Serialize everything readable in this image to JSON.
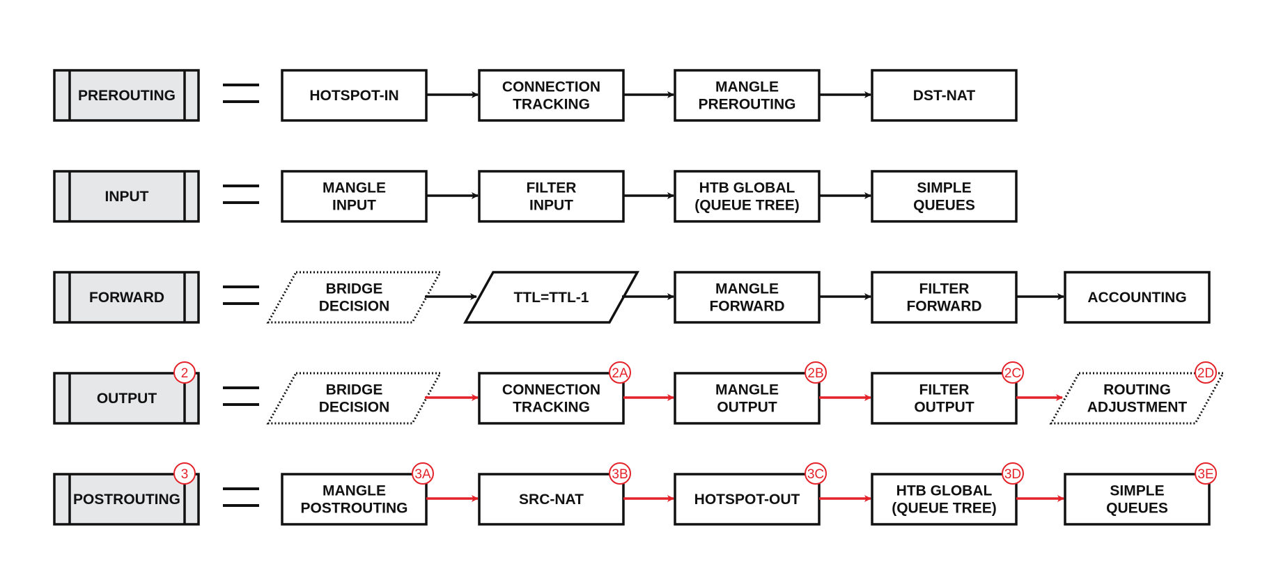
{
  "colors": {
    "stroke": "#111111",
    "chain_fill": "#e6e7e9",
    "highlight": "#e4222a",
    "background": "#ffffff"
  },
  "rows": [
    {
      "chain": "PREROUTING",
      "badge": "",
      "arrow_color": "black",
      "steps": [
        {
          "lines": [
            "HOTSPOT-IN"
          ],
          "shape": "rect",
          "badge": ""
        },
        {
          "lines": [
            "CONNECTION",
            "TRACKING"
          ],
          "shape": "rect",
          "badge": ""
        },
        {
          "lines": [
            "MANGLE",
            "PREROUTING"
          ],
          "shape": "rect",
          "badge": ""
        },
        {
          "lines": [
            "DST-NAT"
          ],
          "shape": "rect",
          "badge": ""
        }
      ]
    },
    {
      "chain": "INPUT",
      "badge": "",
      "arrow_color": "black",
      "steps": [
        {
          "lines": [
            "MANGLE",
            "INPUT"
          ],
          "shape": "rect",
          "badge": ""
        },
        {
          "lines": [
            "FILTER",
            "INPUT"
          ],
          "shape": "rect",
          "badge": ""
        },
        {
          "lines": [
            "HTB GLOBAL",
            "(QUEUE TREE)"
          ],
          "shape": "rect",
          "badge": ""
        },
        {
          "lines": [
            "SIMPLE",
            "QUEUES"
          ],
          "shape": "rect",
          "badge": ""
        }
      ]
    },
    {
      "chain": "FORWARD",
      "badge": "",
      "arrow_color": "black",
      "steps": [
        {
          "lines": [
            "BRIDGE",
            "DECISION"
          ],
          "shape": "dotted-parallelogram",
          "badge": ""
        },
        {
          "lines": [
            "TTL=TTL-1"
          ],
          "shape": "parallelogram",
          "badge": ""
        },
        {
          "lines": [
            "MANGLE",
            "FORWARD"
          ],
          "shape": "rect",
          "badge": ""
        },
        {
          "lines": [
            "FILTER",
            "FORWARD"
          ],
          "shape": "rect",
          "badge": ""
        },
        {
          "lines": [
            "ACCOUNTING"
          ],
          "shape": "rect",
          "badge": ""
        }
      ]
    },
    {
      "chain": "OUTPUT",
      "badge": "2",
      "arrow_color": "red",
      "steps": [
        {
          "lines": [
            "BRIDGE",
            "DECISION"
          ],
          "shape": "dotted-parallelogram",
          "badge": ""
        },
        {
          "lines": [
            "CONNECTION",
            "TRACKING"
          ],
          "shape": "rect",
          "badge": "2A"
        },
        {
          "lines": [
            "MANGLE",
            "OUTPUT"
          ],
          "shape": "rect",
          "badge": "2B"
        },
        {
          "lines": [
            "FILTER",
            "OUTPUT"
          ],
          "shape": "rect",
          "badge": "2C"
        },
        {
          "lines": [
            "ROUTING",
            "ADJUSTMENT"
          ],
          "shape": "dotted-parallelogram",
          "badge": "2D"
        }
      ]
    },
    {
      "chain": "POSTROUTING",
      "badge": "3",
      "arrow_color": "red",
      "steps": [
        {
          "lines": [
            "MANGLE",
            "POSTROUTING"
          ],
          "shape": "rect",
          "badge": "3A"
        },
        {
          "lines": [
            "SRC-NAT"
          ],
          "shape": "rect",
          "badge": "3B"
        },
        {
          "lines": [
            "HOTSPOT-OUT"
          ],
          "shape": "rect",
          "badge": "3C"
        },
        {
          "lines": [
            "HTB GLOBAL",
            "(QUEUE TREE)"
          ],
          "shape": "rect",
          "badge": "3D"
        },
        {
          "lines": [
            "SIMPLE",
            "QUEUES"
          ],
          "shape": "rect",
          "badge": "3E"
        }
      ]
    }
  ]
}
